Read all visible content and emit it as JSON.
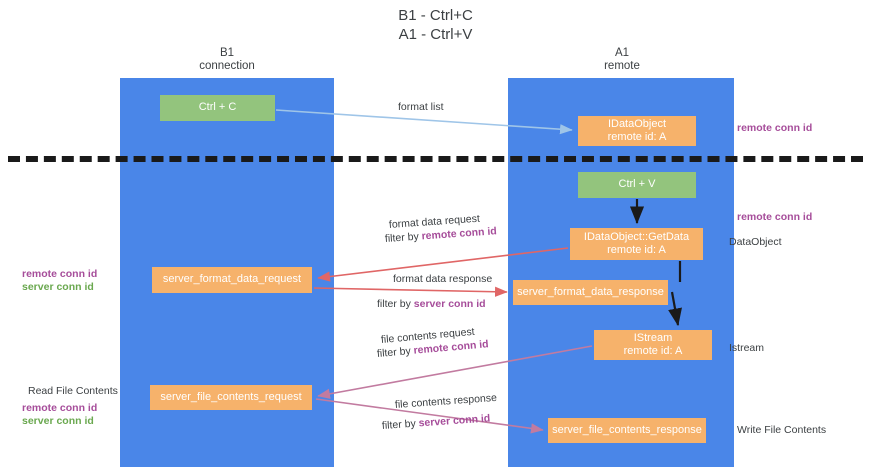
{
  "diagram": {
    "title": "B1 - Ctrl+C\nA1 - Ctrl+V",
    "lanes": [
      {
        "id": "b1",
        "label": "B1\nconnection"
      },
      {
        "id": "a1",
        "label": "A1\nremote"
      }
    ],
    "nodes": {
      "ctrl_c": "Ctrl + C",
      "idataobject": "IDataObject\nremote id: A",
      "ctrl_v": "Ctrl + V",
      "getdata": "IDataObject::GetData\nremote id: A",
      "server_format_data_request": "server_format_data_request",
      "server_format_data_response": "server_format_data_response",
      "istream": "IStream\nremote id: A",
      "server_file_contents_request": "server_file_contents_request",
      "server_file_contents_response": "server_file_contents_response"
    },
    "edge_labels": {
      "format_list": "format list",
      "format_data_request": "format data request",
      "format_data_request_filter_prefix": "filter by ",
      "format_data_request_filter_key": "remote conn id",
      "format_data_response": "format data response",
      "format_data_response_filter_prefix": "filter by ",
      "format_data_response_filter_key": "server conn id",
      "file_contents_request": "file contents request",
      "file_contents_request_filter_prefix": "filter by ",
      "file_contents_request_filter_key": "remote conn id",
      "file_contents_response": "file contents response",
      "file_contents_response_filter_prefix": "filter by ",
      "file_contents_response_filter_key": "server conn id"
    },
    "annotations": {
      "right_remote_conn_id_top": "remote conn id",
      "right_remote_conn_id_mid": "remote conn id",
      "right_dataobject": "DataObject",
      "right_istream": "Istream",
      "right_write_file_contents": "Write File Contents",
      "left_remote_conn_id_top": "remote conn id",
      "left_server_conn_id_top": "server conn id",
      "left_read_file_contents": "Read File Contents",
      "left_remote_conn_id_bottom": "remote conn id",
      "left_server_conn_id_bottom": "server conn id"
    },
    "colors": {
      "lane": "#4a86e8",
      "green_node": "#93c47d",
      "orange_node": "#f6b26b",
      "purple_key": "#a64d9a",
      "green_key": "#6aa84f",
      "light_blue_arrow": "#9fc5e8",
      "red_arrow": "#e06666",
      "magenta_arrow": "#c27ba0",
      "black_arrow": "#1a1a1a",
      "divider": "#1a1a1a"
    }
  }
}
